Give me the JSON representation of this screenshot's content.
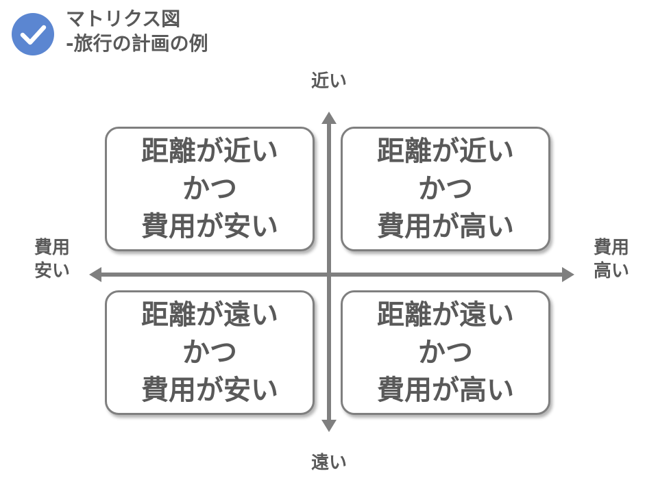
{
  "header": {
    "title_line1": "マトリクス図",
    "title_line2": "-旅行の計画の例"
  },
  "icons": {
    "check": "check-circle-icon"
  },
  "colors": {
    "accent": "#5b86d1",
    "text": "#595959",
    "axis": "#7f7f7f"
  },
  "axes": {
    "top": "近い",
    "bottom": "遠い",
    "left": [
      "費用",
      "安い"
    ],
    "right": [
      "費用",
      "高い"
    ]
  },
  "quadrants": {
    "top_left": [
      "距離が近い",
      "かつ",
      "費用が安い"
    ],
    "top_right": [
      "距離が近い",
      "かつ",
      "費用が高い"
    ],
    "bottom_left": [
      "距離が遠い",
      "かつ",
      "費用が安い"
    ],
    "bottom_right": [
      "距離が遠い",
      "かつ",
      "費用が高い"
    ]
  }
}
